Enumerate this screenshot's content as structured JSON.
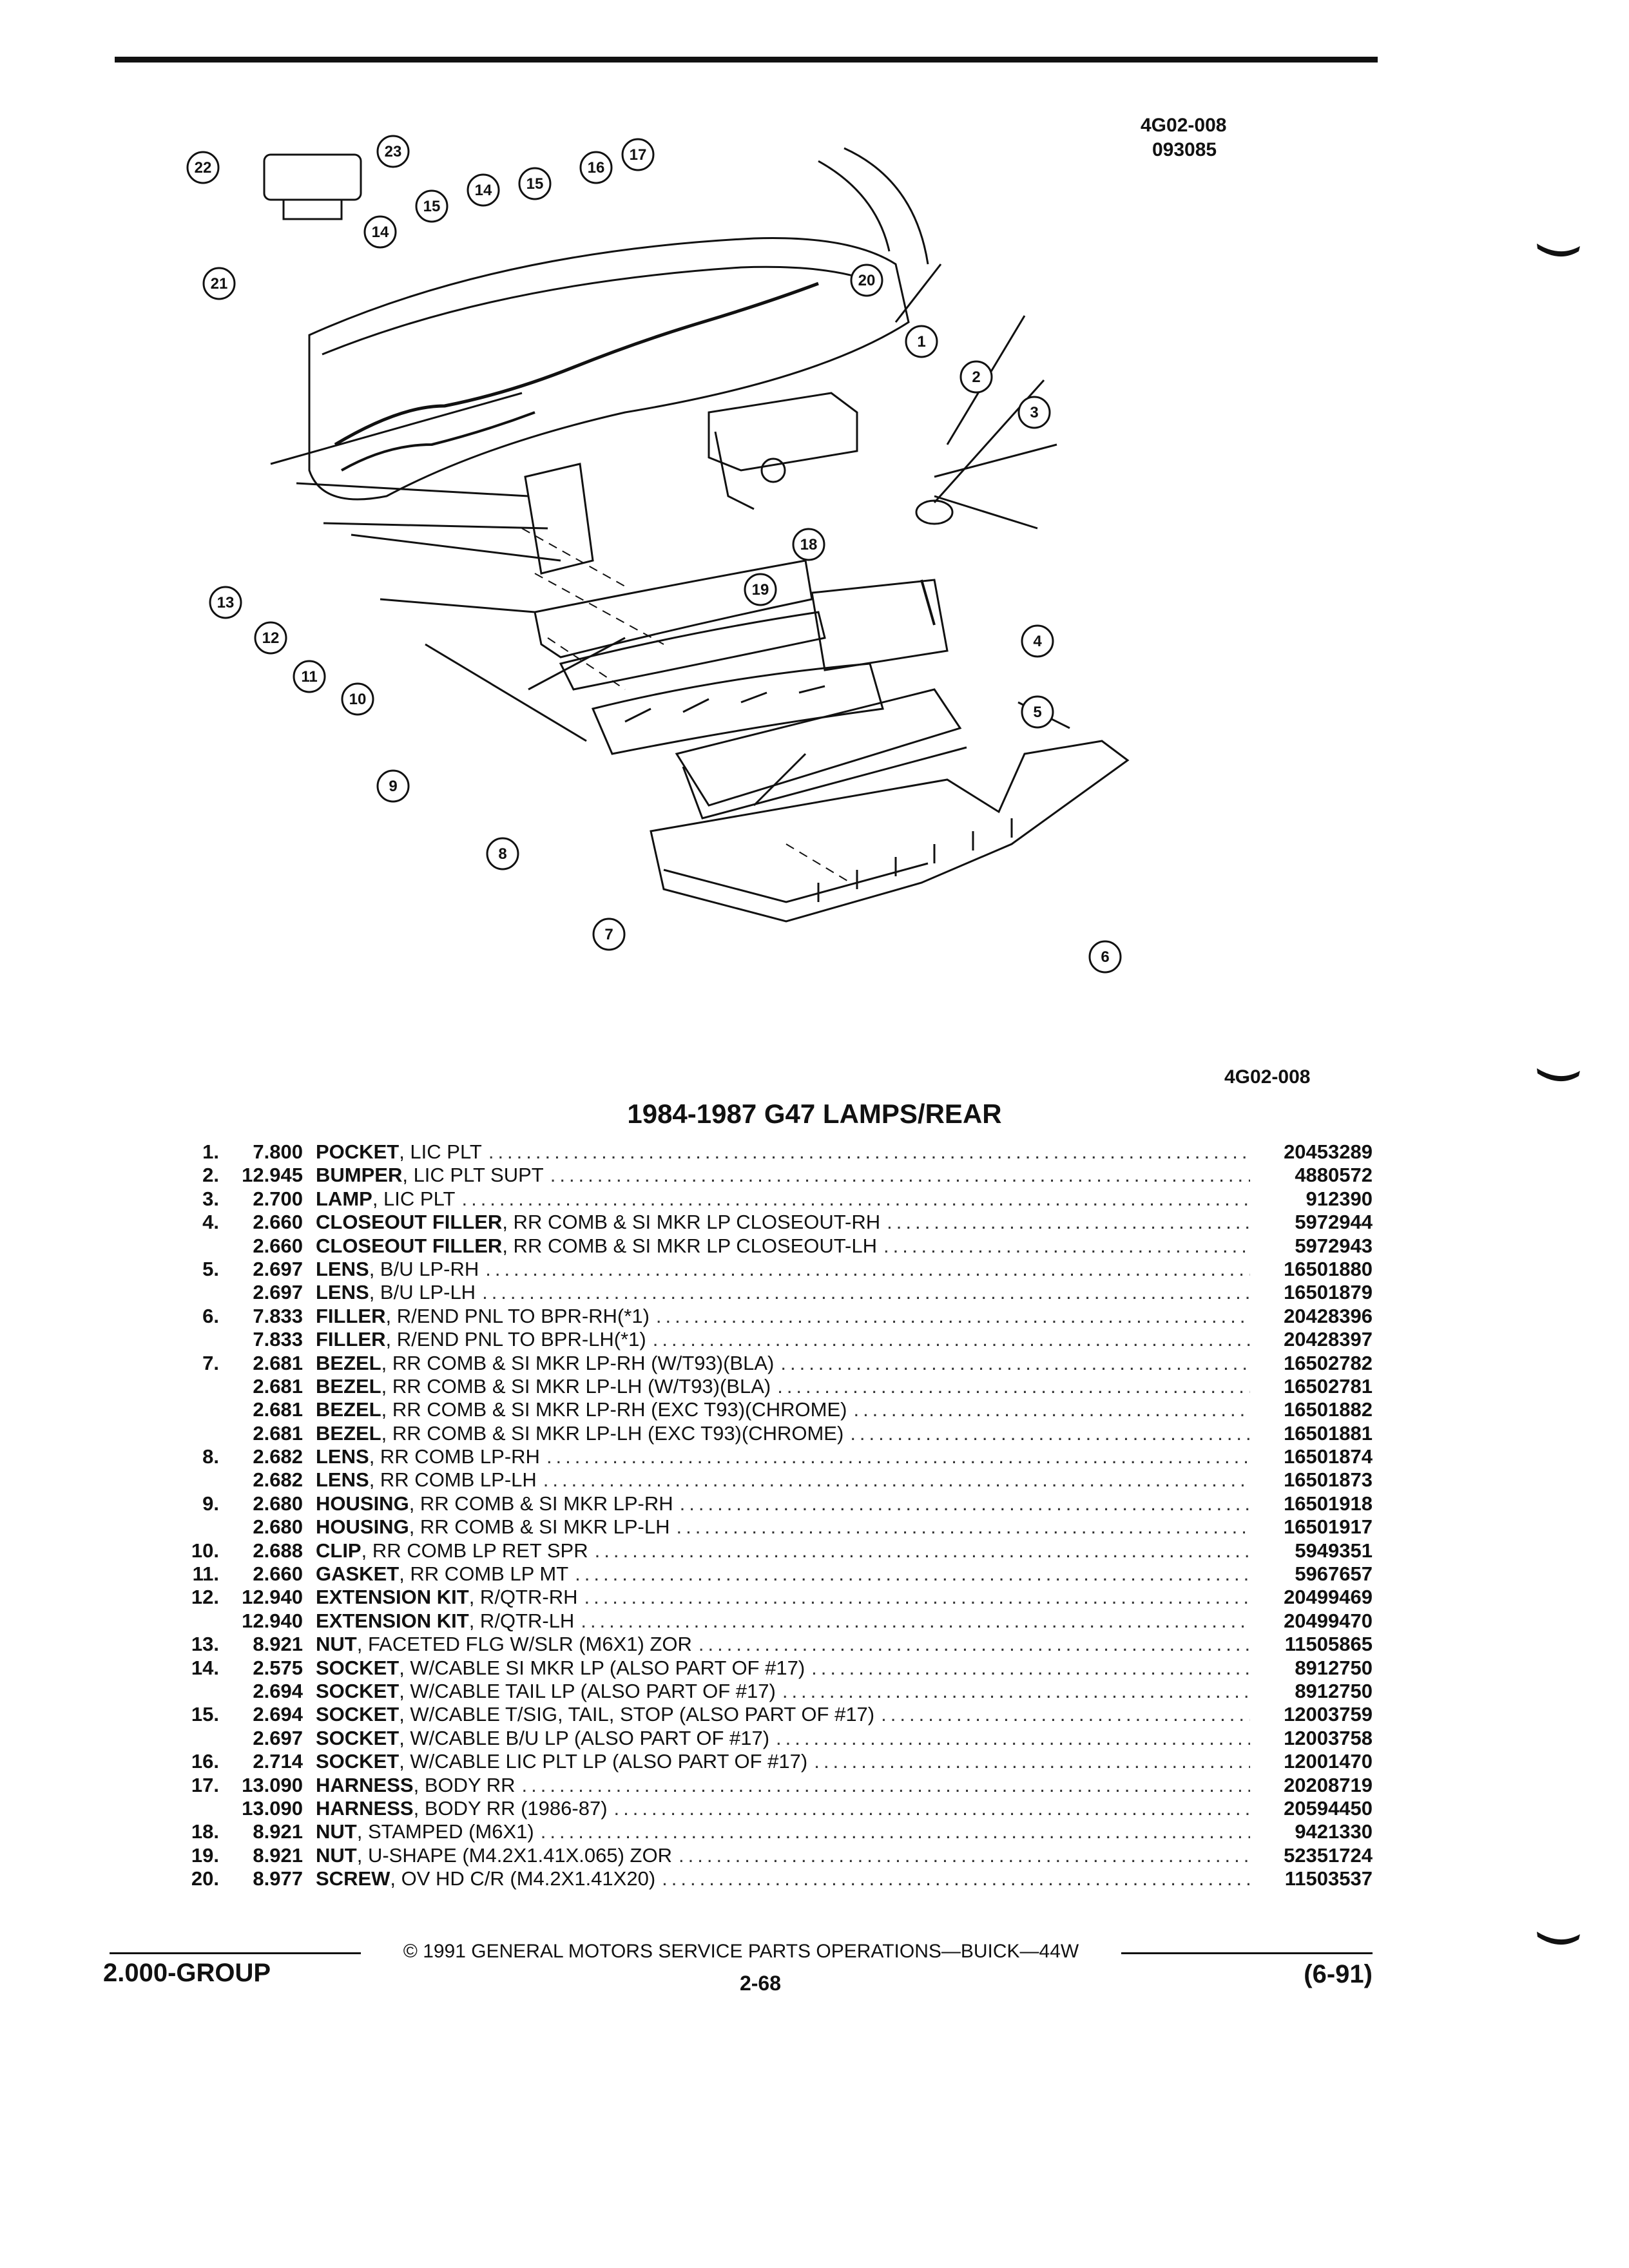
{
  "header": {
    "ref_code": "4G02-008",
    "ref_number": "093085"
  },
  "diagram": {
    "caption_code": "4G02-008",
    "callouts": [
      "1",
      "2",
      "3",
      "4",
      "5",
      "6",
      "7",
      "8",
      "9",
      "10",
      "11",
      "12",
      "13",
      "14",
      "14",
      "15",
      "15",
      "16",
      "17",
      "18",
      "19",
      "20",
      "21",
      "22",
      "23"
    ]
  },
  "table": {
    "title": "1984-1987 G47 LAMPS/REAR",
    "rows": [
      {
        "item": "1.",
        "group": "7.800",
        "name": "POCKET",
        "qual": ", LIC PLT",
        "part": "20453289"
      },
      {
        "item": "2.",
        "group": "12.945",
        "name": "BUMPER",
        "qual": ", LIC PLT SUPT",
        "part": "4880572"
      },
      {
        "item": "3.",
        "group": "2.700",
        "name": "LAMP",
        "qual": ", LIC PLT",
        "part": "912390"
      },
      {
        "item": "4.",
        "group": "2.660",
        "name": "CLOSEOUT FILLER",
        "qual": ", RR COMB & SI MKR LP CLOSEOUT-RH",
        "part": "5972944"
      },
      {
        "item": "",
        "group": "2.660",
        "name": "CLOSEOUT FILLER",
        "qual": ", RR COMB & SI MKR LP CLOSEOUT-LH",
        "part": "5972943"
      },
      {
        "item": "5.",
        "group": "2.697",
        "name": "LENS",
        "qual": ", B/U LP-RH",
        "part": "16501880"
      },
      {
        "item": "",
        "group": "2.697",
        "name": "LENS",
        "qual": ", B/U LP-LH",
        "part": "16501879"
      },
      {
        "item": "6.",
        "group": "7.833",
        "name": "FILLER",
        "qual": ", R/END PNL TO BPR-RH(*1)",
        "part": "20428396"
      },
      {
        "item": "",
        "group": "7.833",
        "name": "FILLER",
        "qual": ", R/END PNL TO BPR-LH(*1)",
        "part": "20428397"
      },
      {
        "item": "7.",
        "group": "2.681",
        "name": "BEZEL",
        "qual": ", RR COMB & SI MKR LP-RH (W/T93)(BLA)",
        "part": "16502782"
      },
      {
        "item": "",
        "group": "2.681",
        "name": "BEZEL",
        "qual": ", RR COMB & SI MKR LP-LH (W/T93)(BLA)",
        "part": "16502781"
      },
      {
        "item": "",
        "group": "2.681",
        "name": "BEZEL",
        "qual": ", RR COMB & SI MKR LP-RH (EXC T93)(CHROME)",
        "part": "16501882"
      },
      {
        "item": "",
        "group": "2.681",
        "name": "BEZEL",
        "qual": ", RR COMB & SI MKR LP-LH (EXC T93)(CHROME)",
        "part": "16501881"
      },
      {
        "item": "8.",
        "group": "2.682",
        "name": "LENS",
        "qual": ", RR COMB LP-RH",
        "part": "16501874"
      },
      {
        "item": "",
        "group": "2.682",
        "name": "LENS",
        "qual": ", RR COMB LP-LH",
        "part": "16501873"
      },
      {
        "item": "9.",
        "group": "2.680",
        "name": "HOUSING",
        "qual": ", RR COMB & SI MKR LP-RH",
        "part": "16501918"
      },
      {
        "item": "",
        "group": "2.680",
        "name": "HOUSING",
        "qual": ", RR COMB & SI MKR LP-LH",
        "part": "16501917"
      },
      {
        "item": "10.",
        "group": "2.688",
        "name": "CLIP",
        "qual": ", RR COMB LP RET SPR",
        "part": "5949351"
      },
      {
        "item": "11.",
        "group": "2.660",
        "name": "GASKET",
        "qual": ", RR COMB LP MT",
        "part": "5967657"
      },
      {
        "item": "12.",
        "group": "12.940",
        "name": "EXTENSION KIT",
        "qual": ", R/QTR-RH",
        "part": "20499469"
      },
      {
        "item": "",
        "group": "12.940",
        "name": "EXTENSION KIT",
        "qual": ", R/QTR-LH",
        "part": "20499470"
      },
      {
        "item": "13.",
        "group": "8.921",
        "name": "NUT",
        "qual": ", FACETED FLG W/SLR (M6X1) ZOR",
        "part": "11505865"
      },
      {
        "item": "14.",
        "group": "2.575",
        "name": "SOCKET",
        "qual": ", W/CABLE SI MKR LP (ALSO PART OF #17)",
        "part": "8912750"
      },
      {
        "item": "",
        "group": "2.694",
        "name": "SOCKET",
        "qual": ", W/CABLE TAIL LP (ALSO PART OF #17)",
        "part": "8912750"
      },
      {
        "item": "15.",
        "group": "2.694",
        "name": "SOCKET",
        "qual": ", W/CABLE T/SIG, TAIL, STOP (ALSO PART OF #17)",
        "part": "12003759"
      },
      {
        "item": "",
        "group": "2.697",
        "name": "SOCKET",
        "qual": ", W/CABLE B/U LP (ALSO PART OF #17)",
        "part": "12003758"
      },
      {
        "item": "16.",
        "group": "2.714",
        "name": "SOCKET",
        "qual": ", W/CABLE LIC PLT LP (ALSO PART OF #17)",
        "part": "12001470"
      },
      {
        "item": "17.",
        "group": "13.090",
        "name": "HARNESS",
        "qual": ", BODY RR",
        "part": "20208719"
      },
      {
        "item": "",
        "group": "13.090",
        "name": "HARNESS",
        "qual": ", BODY RR (1986-87)",
        "part": "20594450"
      },
      {
        "item": "18.",
        "group": "8.921",
        "name": "NUT",
        "qual": ", STAMPED (M6X1)",
        "part": "9421330"
      },
      {
        "item": "19.",
        "group": "8.921",
        "name": "NUT",
        "qual": ", U-SHAPE (M4.2X1.41X.065) ZOR",
        "part": "52351724"
      },
      {
        "item": "20.",
        "group": "8.977",
        "name": "SCREW",
        "qual": ", OV HD C/R (M4.2X1.41X20)",
        "part": "11503537"
      }
    ]
  },
  "footer": {
    "copyright": "© 1991 GENERAL MOTORS SERVICE PARTS OPERATIONS—BUICK—44W",
    "group": "2.000-GROUP",
    "page": "2-68",
    "date_code": "(6-91)"
  }
}
